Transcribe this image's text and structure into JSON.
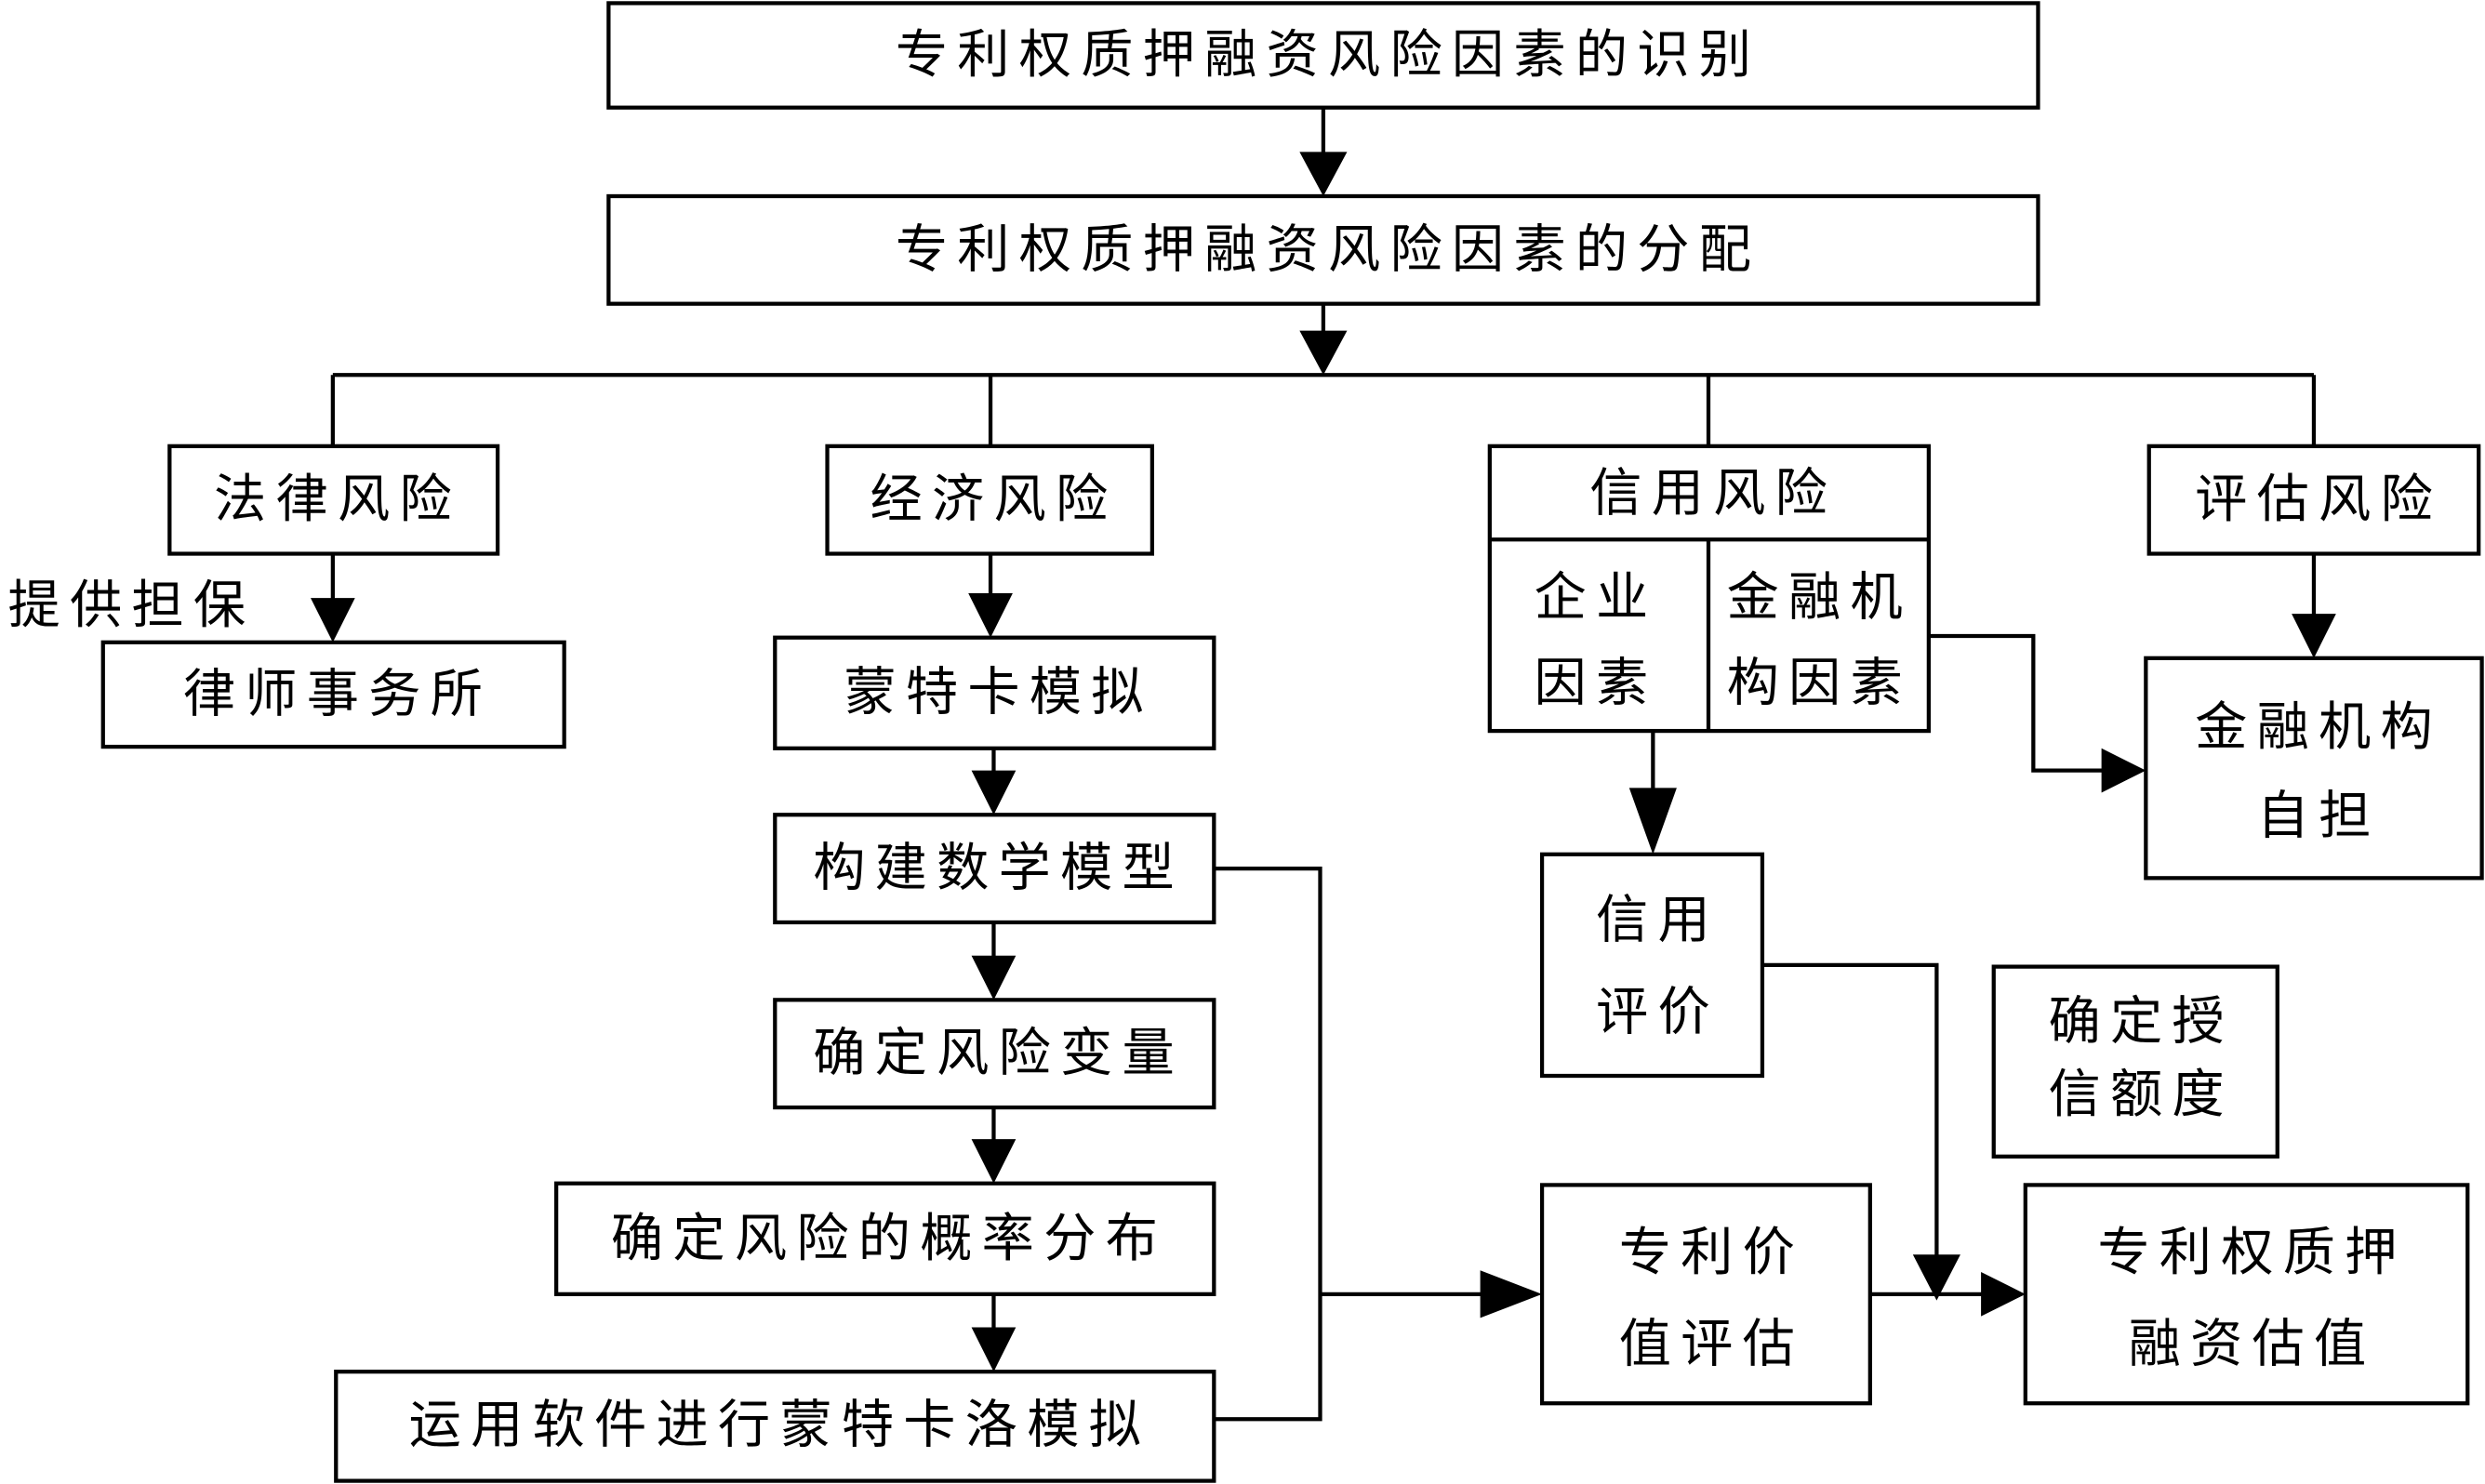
{
  "colors": {
    "background": "#ffffff",
    "box_fill": "#ffffff",
    "line": "#000000",
    "text": "#000000"
  },
  "nodes": {
    "risk_identification": [
      "专利权质押融资风险因素的识别"
    ],
    "risk_allocation": [
      "专利权质押融资风险因素的分配"
    ],
    "legal_risk": [
      "法律风险"
    ],
    "economic_risk": [
      "经济风险"
    ],
    "credit_risk": [
      "信用风险"
    ],
    "enterprise_factors": [
      "企业",
      "因素"
    ],
    "financial_institution_factors": [
      "金融机",
      "构因素"
    ],
    "assessment_risk": [
      "评估风险"
    ],
    "law_firm": [
      "律师事务所"
    ],
    "monte_carlo": [
      "蒙特卡模拟"
    ],
    "build_model": [
      "构建数学模型"
    ],
    "risk_variables": [
      "确定风险变量"
    ],
    "probability_distribution": [
      "确定风险的概率分布"
    ],
    "run_simulation": [
      "运用软件进行蒙特卡洛模拟"
    ],
    "credit_evaluation": [
      "信用",
      "评价"
    ],
    "institution_bears": [
      "金融机构",
      "自担"
    ],
    "credit_limit": [
      "确定授",
      "信额度"
    ],
    "patent_valuation": [
      "专利价",
      "值评估"
    ],
    "financing_valuation": [
      "专利权质押",
      "融资估值"
    ]
  },
  "edge_labels": {
    "provide_guarantee": "提供担保"
  }
}
